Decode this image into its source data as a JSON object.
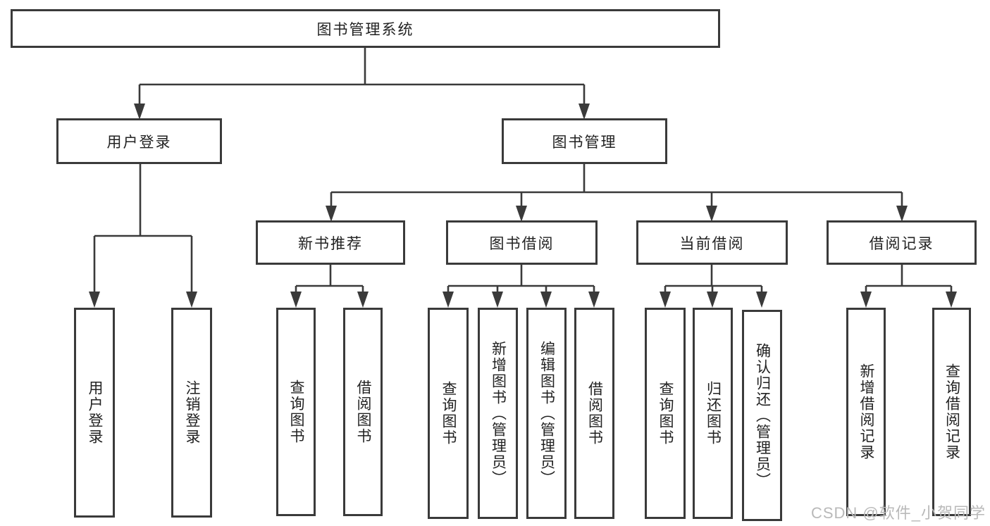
{
  "colors": {
    "line": "#3a3a3a",
    "border": "#3a3a3a",
    "text": "#222222",
    "background": "#ffffff",
    "watermark": "#b9b9b9"
  },
  "watermark": {
    "text": "CSDN @软件_小贺同学"
  },
  "tree": {
    "label": "图书管理系统",
    "children": [
      {
        "label": "用户登录",
        "children": [
          {
            "label": "用户登录"
          },
          {
            "label": "注销登录"
          }
        ]
      },
      {
        "label": "图书管理",
        "children": [
          {
            "label": "新书推荐",
            "children": [
              {
                "label": "查询图书"
              },
              {
                "label": "借阅图书"
              }
            ]
          },
          {
            "label": "图书借阅",
            "children": [
              {
                "label": "查询图书"
              },
              {
                "label": "新增图书（管理员）"
              },
              {
                "label": "编辑图书（管理员）"
              },
              {
                "label": "借阅图书"
              }
            ]
          },
          {
            "label": "当前借阅",
            "children": [
              {
                "label": "查询图书"
              },
              {
                "label": "归还图书"
              },
              {
                "label": "确认归还（管理员）"
              }
            ]
          },
          {
            "label": "借阅记录",
            "children": [
              {
                "label": "新增借阅记录"
              },
              {
                "label": "查询借阅记录"
              }
            ]
          }
        ]
      }
    ]
  }
}
